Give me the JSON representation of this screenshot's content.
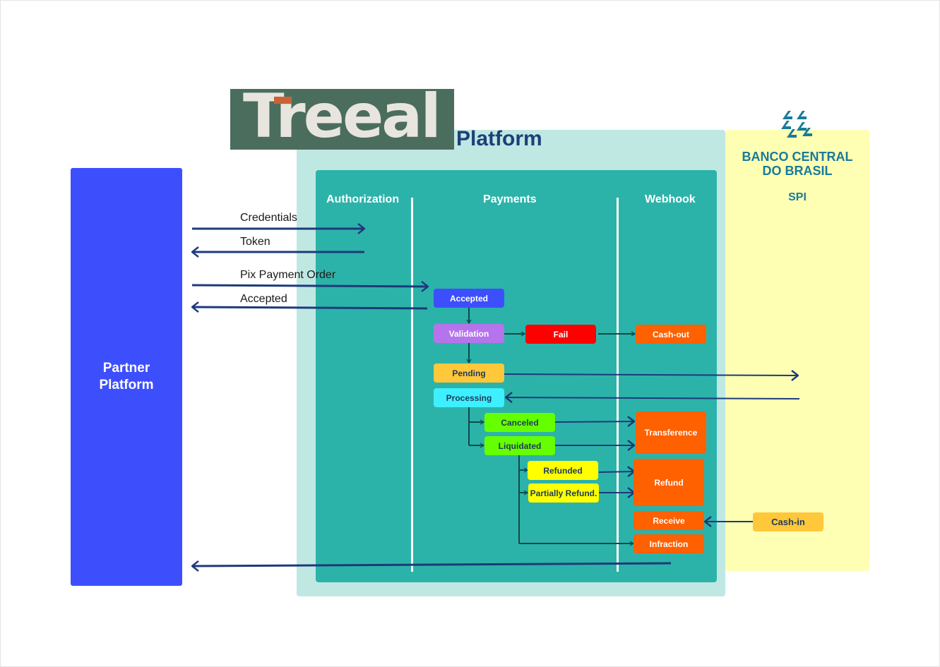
{
  "logo": {
    "brand": "Treeal",
    "subtitle": "Platform"
  },
  "partner": {
    "label_line1": "Partner",
    "label_line2": "Platform"
  },
  "central_bank": {
    "name_line1": "BANCO CENTRAL",
    "name_line2": "DO BRASIL",
    "system": "SPI",
    "icon": "bcb-logo-icon"
  },
  "columns": {
    "authorization": "Authorization",
    "payments": "Payments",
    "webhook": "Webhook"
  },
  "messages": {
    "credentials": "Credentials",
    "token": "Token",
    "pix_payment_order": "Pix Payment Order",
    "accepted": "Accepted"
  },
  "states": {
    "accepted": "Accepted",
    "validation": "Validation",
    "fail": "Fail",
    "pending": "Pending",
    "processing": "Processing",
    "canceled": "Canceled",
    "liquidated": "Liquidated",
    "refunded": "Refunded",
    "partially_refunded": "Partially Refund."
  },
  "webhooks": {
    "cash_out": "Cash-out",
    "transference": "Transference",
    "refund": "Refund",
    "receive": "Receive",
    "infraction": "Infraction"
  },
  "spi_events": {
    "cash_in": "Cash-in"
  },
  "colors": {
    "partner": "#3d4ffd",
    "platform_outer": "#c0e8e3",
    "platform_inner": "#2cb3a9",
    "central_bank_bg": "#feffb3",
    "accepted": "#3d4ffd",
    "validation": "#b574ec",
    "fail": "#ff0000",
    "pending": "#ffc73a",
    "processing": "#3ef0ff",
    "canceled": "#66ff00",
    "liquidated": "#66ff00",
    "refunded": "#ffff00",
    "webhook": "#ff6000",
    "arrow": "#1d3a7a"
  }
}
